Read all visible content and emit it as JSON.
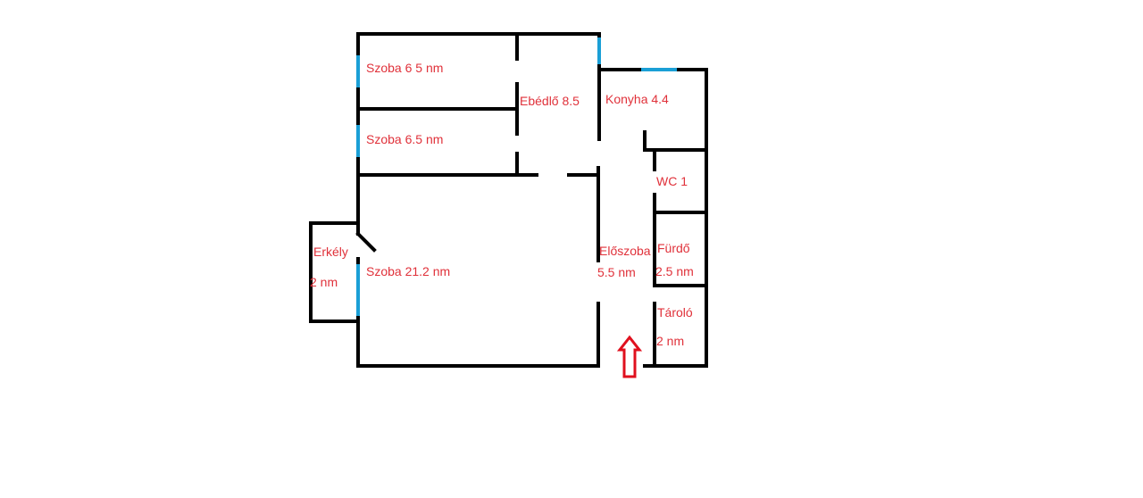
{
  "colors": {
    "wall": "#000000",
    "window": "#1a9fd6",
    "label": "#e0313a",
    "arrow": "#e0101e",
    "background": "#ffffff"
  },
  "rooms": {
    "szoba_top": "Szoba 6 5 nm",
    "szoba_mid": "Szoba 6.5 nm",
    "ebedlo": "Ebédlő 8.5",
    "konyha": "Konyha 4.4",
    "wc": "WC 1",
    "szoba_big": "Szoba 21.2 nm",
    "erkely_name": "Erkély",
    "erkely_area": "2 nm",
    "eloszoba_name": "Előszoba",
    "eloszoba_area": "5.5 nm",
    "furdo_name": "Fürdő",
    "furdo_area": "2.5 nm",
    "tarolo_name": "Tároló",
    "tarolo_area": "2 nm"
  },
  "entrance": {
    "icon": "up-arrow-icon"
  }
}
